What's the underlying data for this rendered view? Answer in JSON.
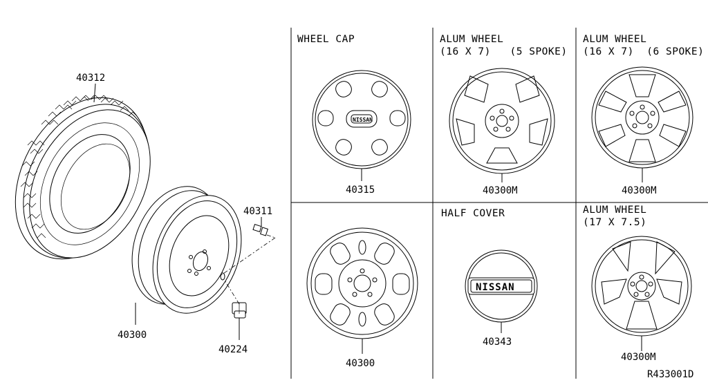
{
  "headers": {
    "wheel_cap": "WHEEL CAP",
    "alum_wheel_5_title": "ALUM WHEEL",
    "alum_wheel_5_size": "(16 X 7)   (5 SPOKE)",
    "alum_wheel_6_title": "ALUM WHEEL",
    "alum_wheel_6_size": "(16 X 7)  (6 SPOKE)",
    "half_cover": "HALF COVER",
    "alum_wheel_17_title": "ALUM WHEEL",
    "alum_wheel_17_size": "(17 X 7.5)"
  },
  "parts": {
    "tire": "40312",
    "valve": "40311",
    "steel_wheel": "40300",
    "nut": "40224",
    "wheel_cap": "40315",
    "alum_wheel_5_spoke": "40300M",
    "alum_wheel_6_spoke": "40300M",
    "steel_wheel_styled": "40300",
    "half_cover": "40343",
    "alum_wheel_17": "40300M"
  },
  "emblem_text": "NISSAN",
  "diagram_code": "R433001D"
}
